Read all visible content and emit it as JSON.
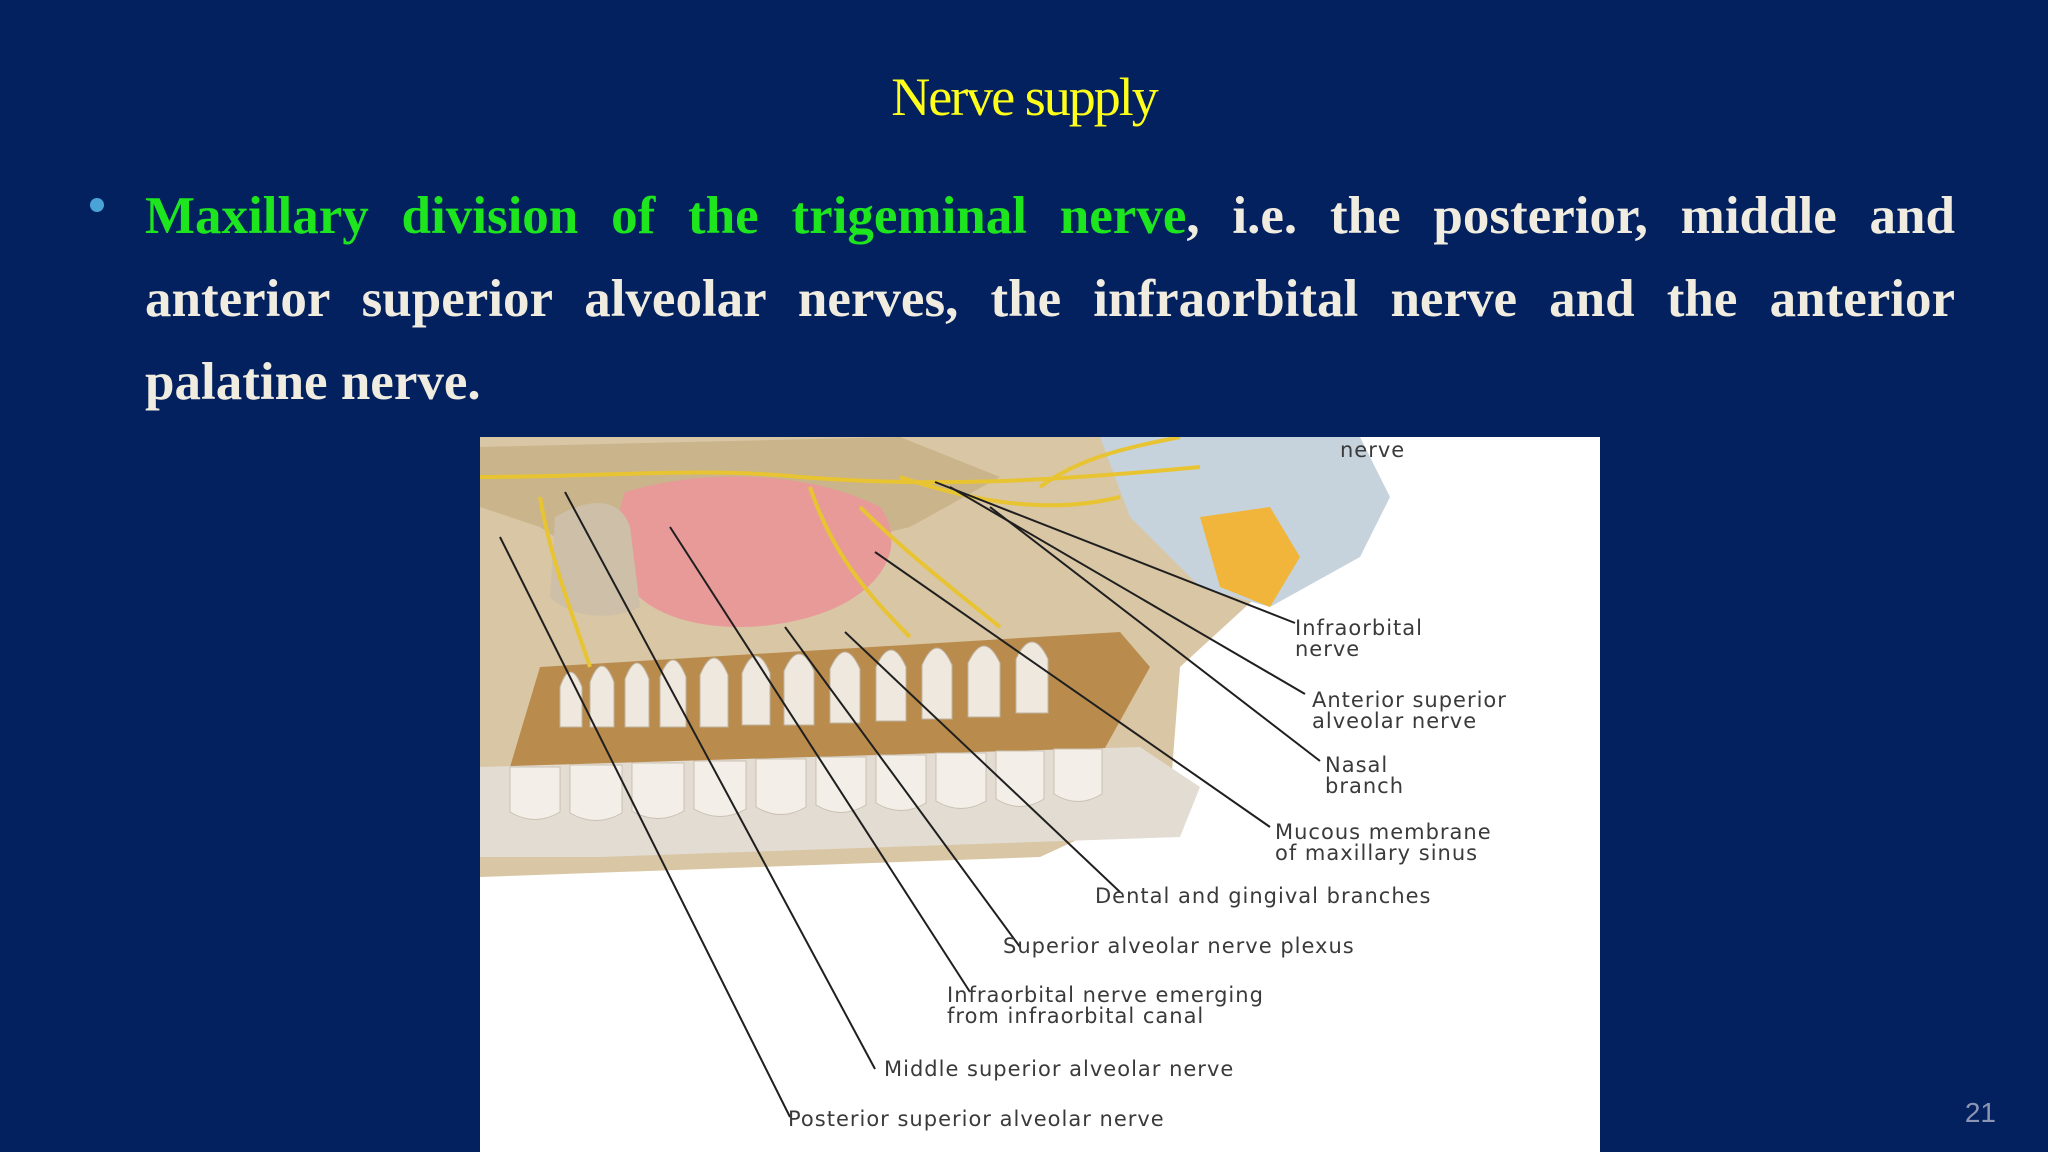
{
  "slide": {
    "title": "Nerve supply",
    "bullet_highlight": "Maxillary division of the trigeminal nerve",
    "bullet_rest": ", i.e. the posterior, middle and anterior superior alveolar nerves, the infraorbital nerve and the anterior palatine nerve.",
    "page_number": "21"
  },
  "figure": {
    "labels": {
      "top": "nerve",
      "infraorbital_1": "Infraorbital",
      "infraorbital_2": "nerve",
      "asa_1": "Anterior superior",
      "asa_2": "alveolar nerve",
      "nasal_1": "Nasal",
      "nasal_2": "branch",
      "mucous_1": "Mucous membrane",
      "mucous_2": "of maxillary sinus",
      "dental": "Dental and gingival branches",
      "plexus": "Superior alveolar nerve plexus",
      "emerging_1": "Infraorbital nerve emerging",
      "emerging_2": "from infraorbital canal",
      "msa": "Middle superior alveolar nerve",
      "psa": "Posterior superior alveolar nerve"
    }
  },
  "colors": {
    "background": "#03215f",
    "title": "#ffff1a",
    "highlight": "#1ee61e",
    "body_text": "#f0ece0",
    "bullet": "#4aa3d6"
  }
}
